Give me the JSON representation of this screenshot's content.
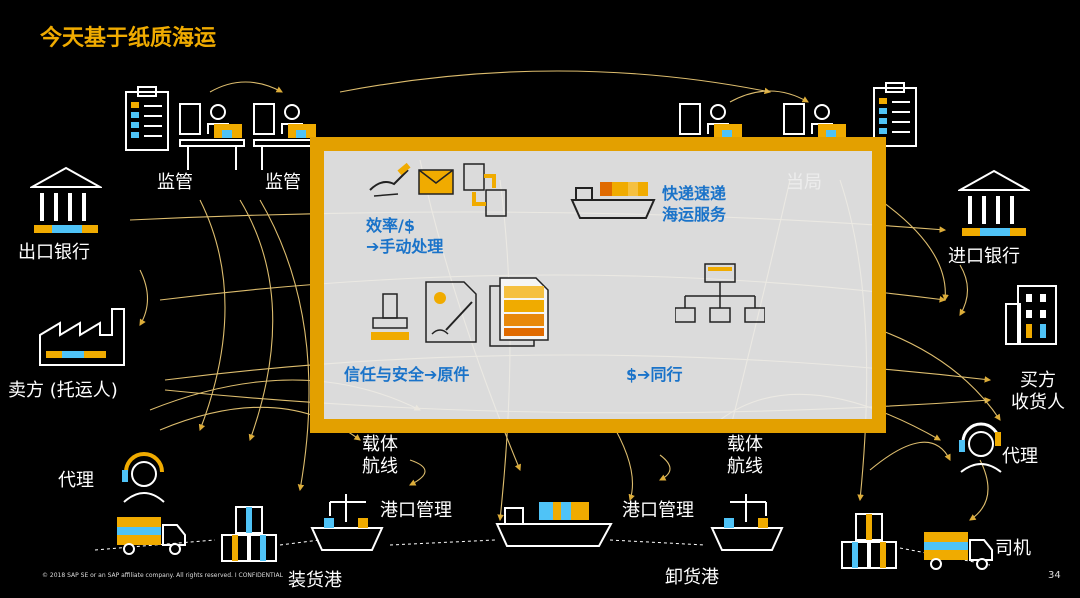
{
  "title": "今天基于纸质海运",
  "labels": {
    "supervise1": "监管",
    "supervise2": "监管",
    "authority": "当局",
    "export_bank": "出口银行",
    "import_bank": "进口银行",
    "seller": "卖方 (托运人)",
    "buyer_line1": "买方",
    "buyer_line2": "收货人",
    "agent_left": "代理",
    "agent_right": "代理",
    "carrier_left_1": "载体",
    "carrier_left_2": "航线",
    "carrier_right_1": "载体",
    "carrier_right_2": "航线",
    "port_mgmt_left": "港口管理",
    "port_mgmt_right": "港口管理",
    "loading_port": "装货港",
    "unloading_port": "卸货港",
    "driver": "司机"
  },
  "center": {
    "efficiency_1": "效率/$",
    "efficiency_2": "➔手动处理",
    "express_1": "快递速递",
    "express_2": "海运服务",
    "trust": "信任与安全➔原件",
    "peers": "$➔同行"
  },
  "footer": "© 2018 SAP SE or an SAP affiliate company. All rights reserved.  I   CONFIDENTIAL",
  "page_number": "34",
  "colors": {
    "accent": "#f0ab00",
    "frame": "#e3a000",
    "center_text": "#1a73c9",
    "panel": "#ececec",
    "background": "#000000"
  },
  "icons": [
    "clipboard-icon",
    "officer-desk-icon",
    "bank-icon",
    "factory-icon",
    "building-icon",
    "headset-agent-icon",
    "truck-icon",
    "cargo-boxes-icon",
    "port-crane-ship-icon",
    "container-ship-icon",
    "hand-signing-icon",
    "envelope-icon",
    "document-transfer-icon",
    "stamp-icon",
    "certificate-icon",
    "document-stack-icon",
    "network-computers-icon"
  ]
}
